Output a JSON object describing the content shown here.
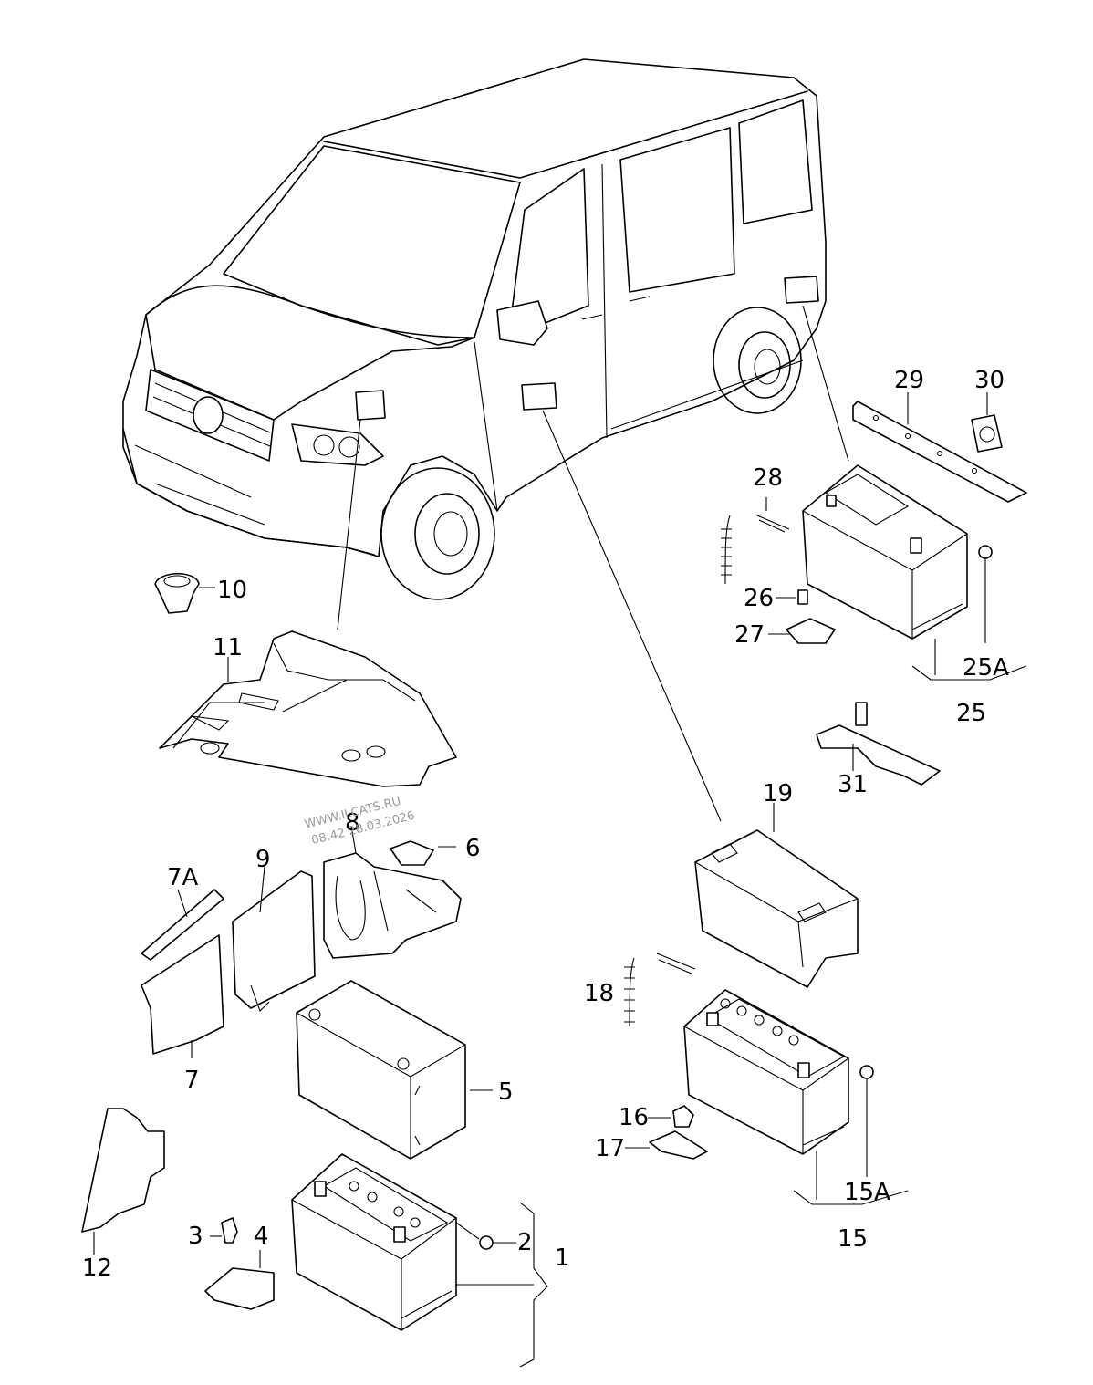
{
  "watermark": {
    "line1": "WWW.ILCATS.RU",
    "line2": "08:42 28.03.2026"
  },
  "labels": {
    "p1": "1",
    "p2": "2",
    "p3": "3",
    "p4": "4",
    "p5": "5",
    "p6": "6",
    "p7": "7",
    "p7a": "7A",
    "p8": "8",
    "p9": "9",
    "p10": "10",
    "p11": "11",
    "p12": "12",
    "p15": "15",
    "p15a": "15A",
    "p16": "16",
    "p17": "17",
    "p18": "18",
    "p19": "19",
    "p25": "25",
    "p25a": "25A",
    "p26": "26",
    "p27": "27",
    "p28": "28",
    "p29": "29",
    "p30": "30",
    "p31": "31"
  },
  "colors": {
    "line": "#000000",
    "background": "#ffffff",
    "watermark": "#9a9a9a"
  }
}
